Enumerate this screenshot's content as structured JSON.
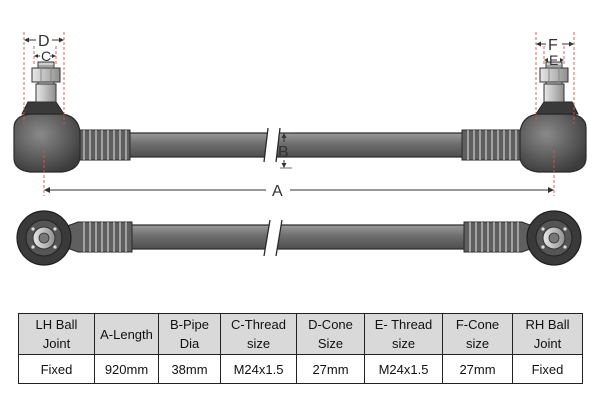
{
  "dimension_labels": {
    "a": "A",
    "b": "B",
    "c": "C",
    "d": "D",
    "e": "E",
    "f": "F"
  },
  "table": {
    "headers": [
      [
        "LH Ball",
        "Joint"
      ],
      [
        "A-Length",
        ""
      ],
      [
        "B-Pipe",
        "Dia"
      ],
      [
        "C-Thread",
        "size"
      ],
      [
        "D-Cone",
        "Size"
      ],
      [
        "E- Thread",
        "size"
      ],
      [
        "F-Cone",
        "size"
      ],
      [
        "RH Ball",
        "Joint"
      ]
    ],
    "values": [
      "Fixed",
      "920mm",
      "38mm",
      "M24x1.5",
      "27mm",
      "M24x1.5",
      "27mm",
      "Fixed"
    ]
  },
  "colors": {
    "rod": "#6f6f6f",
    "rod_dark": "#4a4a4a",
    "outline": "#2a2a2a",
    "dim_red": "#d9534f",
    "header_bg": "#d9d9d9"
  }
}
